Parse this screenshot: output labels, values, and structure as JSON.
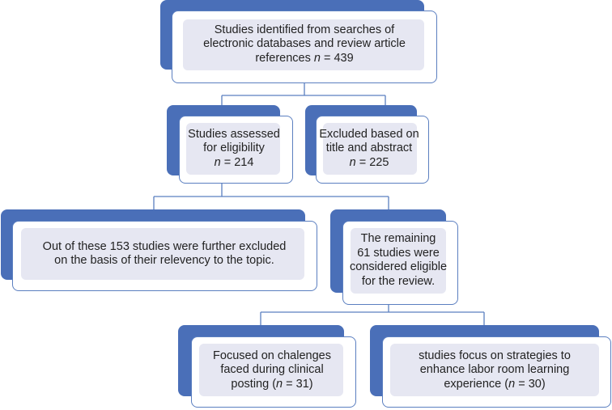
{
  "colors": {
    "accent": "#4a6fb8",
    "border": "#5b7fc0",
    "fill": "#e6e7f2",
    "connector": "#5b7fc0",
    "text": "#222222"
  },
  "boxes": {
    "identified": {
      "lines": [
        "Studies identified from searches of",
        "electronic databases and review article",
        "references"
      ],
      "n_label": "n",
      "n_value": " = 439"
    },
    "assessed": {
      "lines": [
        "Studies assessed",
        "for eligibility"
      ],
      "n_label": "n",
      "n_value": " = 214"
    },
    "excluded_title": {
      "lines": [
        "Excluded based on",
        "title and abstract"
      ],
      "n_label": "n",
      "n_value": " = 225"
    },
    "excluded_relevancy": {
      "lines": [
        "Out of these 153 studies were further excluded",
        "on the basis of their relevency to the topic."
      ]
    },
    "eligible": {
      "lines": [
        "The remaining",
        "61 studies were",
        "considered eligible",
        "for the review."
      ]
    },
    "challenges": {
      "lines": [
        "Focused on chalenges",
        "faced during clinical"
      ],
      "last_prefix": "posting (",
      "n_label": "n",
      "n_value": " = 31)"
    },
    "strategies": {
      "lines": [
        "studies focus on strategies to",
        "enhance labor room learning"
      ],
      "last_prefix": "experience (",
      "n_label": "n",
      "n_value": " = 30)"
    }
  }
}
